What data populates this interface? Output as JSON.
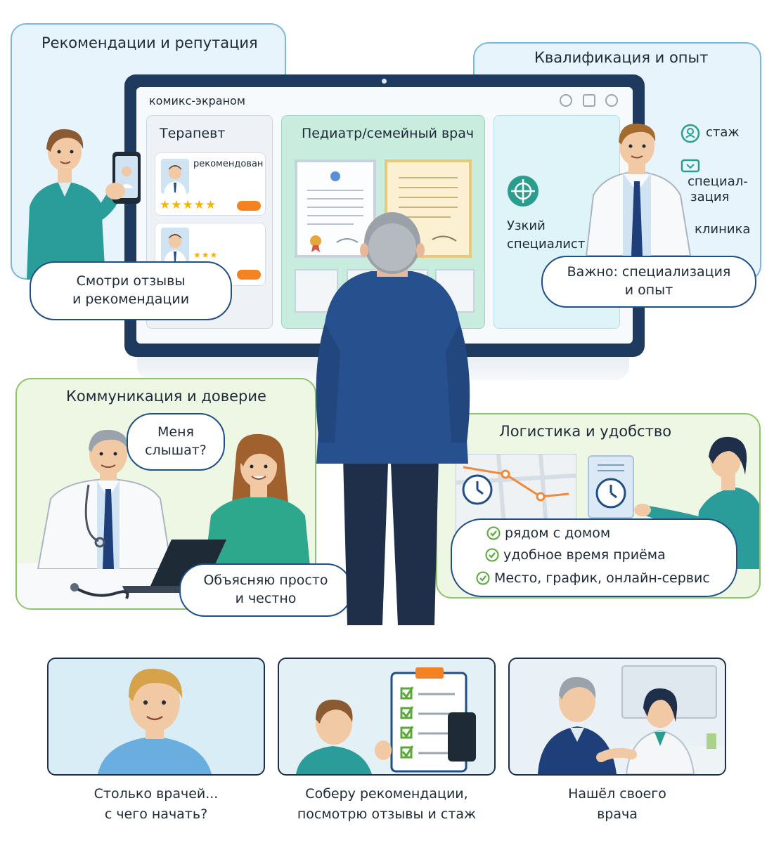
{
  "panels": {
    "reputation": {
      "title": "Рекомендации и репутация",
      "bubble": [
        "Смотри отзывы",
        "и рекомендации"
      ]
    },
    "qualification": {
      "title": "Квалификация и опыт",
      "bubble": [
        "Важно: специализация",
        "и опыт"
      ],
      "items": [
        "стаж",
        "специал-",
        "зация",
        "клиника"
      ]
    },
    "communication": {
      "title": "Коммуникация и доверие",
      "bubble_patient": [
        "Меня",
        "слышат?"
      ],
      "bubble_doctor": [
        "Объясняю просто",
        "и честно"
      ]
    },
    "logistics": {
      "title": "Логистика и удобство",
      "checks": [
        "рядом с домом",
        "удобное время приёма",
        "Место, график, онлайн-сервис"
      ]
    }
  },
  "screen": {
    "window_title": "комикс-экраном",
    "col1": {
      "label": "Терапевт",
      "card_label": "рекомендован"
    },
    "col2": {
      "label": "Педиатр/семейный врач"
    },
    "col3": {
      "label_line1": "Узкий",
      "label_line2": "специалист"
    }
  },
  "comics": [
    {
      "caption": [
        "Столько врачей...",
        "с чего начать?"
      ]
    },
    {
      "caption": [
        "Соберу рекомендации,",
        "посмотрю отзывы и стаж"
      ]
    },
    {
      "caption": [
        "Нашёл своего",
        "врача"
      ]
    }
  ],
  "colors": {
    "blue_panel": "#e7f4fb",
    "green_panel": "#eef7e3",
    "frame": "#1e3a5f",
    "accent_teal": "#2a9d8f"
  }
}
